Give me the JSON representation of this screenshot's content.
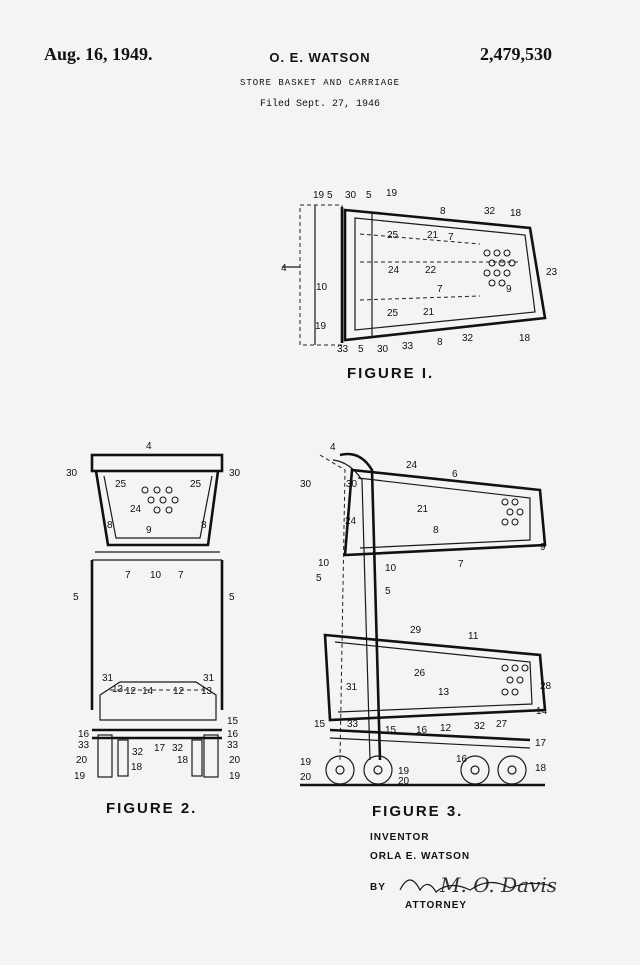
{
  "header": {
    "date": "Aug. 16, 1949.",
    "inventor_short": "O. E. WATSON",
    "patent_number": "2,479,530",
    "title": "STORE BASKET AND CARRIAGE",
    "filed": "Filed Sept. 27, 1946"
  },
  "figures": {
    "fig1_caption": "FIGURE  I.",
    "fig2_caption": "FIGURE  2.",
    "fig3_caption": "FIGURE  3."
  },
  "inventor_block": {
    "label": "INVENTOR",
    "name": "ORLA  E. WATSON",
    "by": "BY",
    "attorney": "ATTORNEY"
  },
  "reference_numerals": {
    "fig1": [
      "19",
      "5",
      "30",
      "5",
      "19",
      "8",
      "32",
      "18",
      "25",
      "21",
      "7",
      "4",
      "24",
      "22",
      "23",
      "10",
      "7",
      "9",
      "25",
      "21",
      "19",
      "33",
      "5",
      "30",
      "33",
      "8",
      "32",
      "18"
    ],
    "fig2": [
      "4",
      "30",
      "30",
      "25",
      "25",
      "24",
      "8",
      "9",
      "8",
      "7",
      "10",
      "7",
      "5",
      "5",
      "31",
      "31",
      "13",
      "12",
      "14",
      "12",
      "13",
      "15",
      "16",
      "16",
      "33",
      "32",
      "17",
      "32",
      "33",
      "20",
      "18",
      "18",
      "20",
      "19",
      "19"
    ],
    "fig3": [
      "4",
      "24",
      "6",
      "30",
      "30",
      "21",
      "8",
      "9",
      "24",
      "10",
      "7",
      "10",
      "5",
      "5",
      "29",
      "11",
      "26",
      "28",
      "31",
      "13",
      "14",
      "15",
      "33",
      "12",
      "32",
      "27",
      "15",
      "16",
      "17",
      "19",
      "16",
      "18",
      "20",
      "19",
      "20"
    ]
  }
}
